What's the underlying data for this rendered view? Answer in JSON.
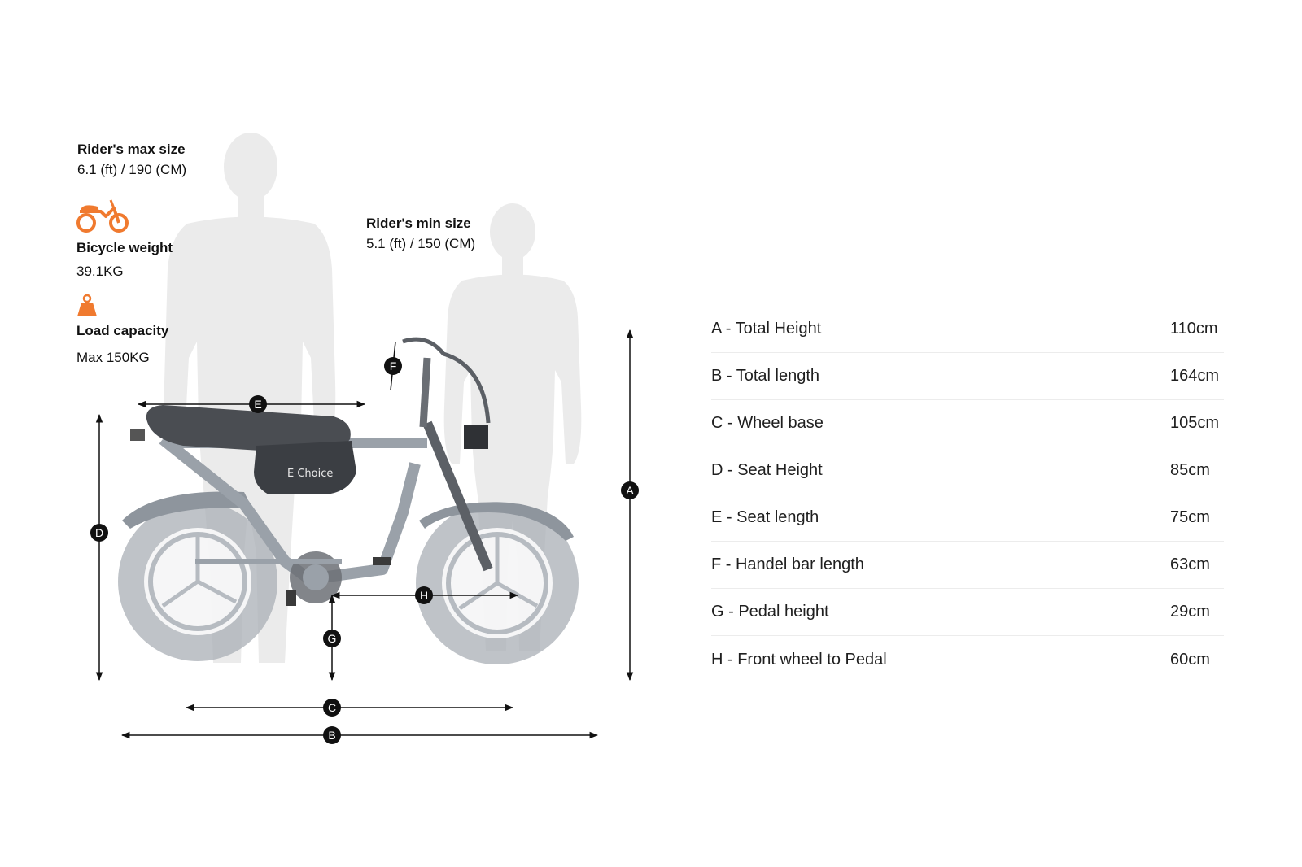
{
  "rider_max": {
    "label": "Rider's max size",
    "value": "6.1 (ft) / 190 (CM)"
  },
  "rider_min": {
    "label": "Rider's min size",
    "value": "5.1 (ft) / 150 (CM)"
  },
  "bicycle_weight": {
    "label": "Bicycle weight",
    "value": "39.1KG",
    "icon": "bicycle-icon"
  },
  "load_capacity": {
    "label": "Load capacity",
    "value": "Max 150KG",
    "icon": "weight-icon"
  },
  "accent_color": "#f07a2f",
  "brand_logo": "E Choice",
  "markers": [
    "A",
    "B",
    "C",
    "D",
    "E",
    "F",
    "G",
    "H"
  ],
  "specs": [
    {
      "label": "A - Total Height",
      "value": "110cm"
    },
    {
      "label": "B - Total length",
      "value": "164cm"
    },
    {
      "label": "C - Wheel base",
      "value": "105cm"
    },
    {
      "label": "D - Seat Height",
      "value": "85cm"
    },
    {
      "label": "E - Seat length",
      "value": "75cm"
    },
    {
      "label": "F - Handel bar length",
      "value": "63cm"
    },
    {
      "label": "G - Pedal height",
      "value": "29cm"
    },
    {
      "label": "H - Front wheel to Pedal",
      "value": "60cm"
    }
  ]
}
